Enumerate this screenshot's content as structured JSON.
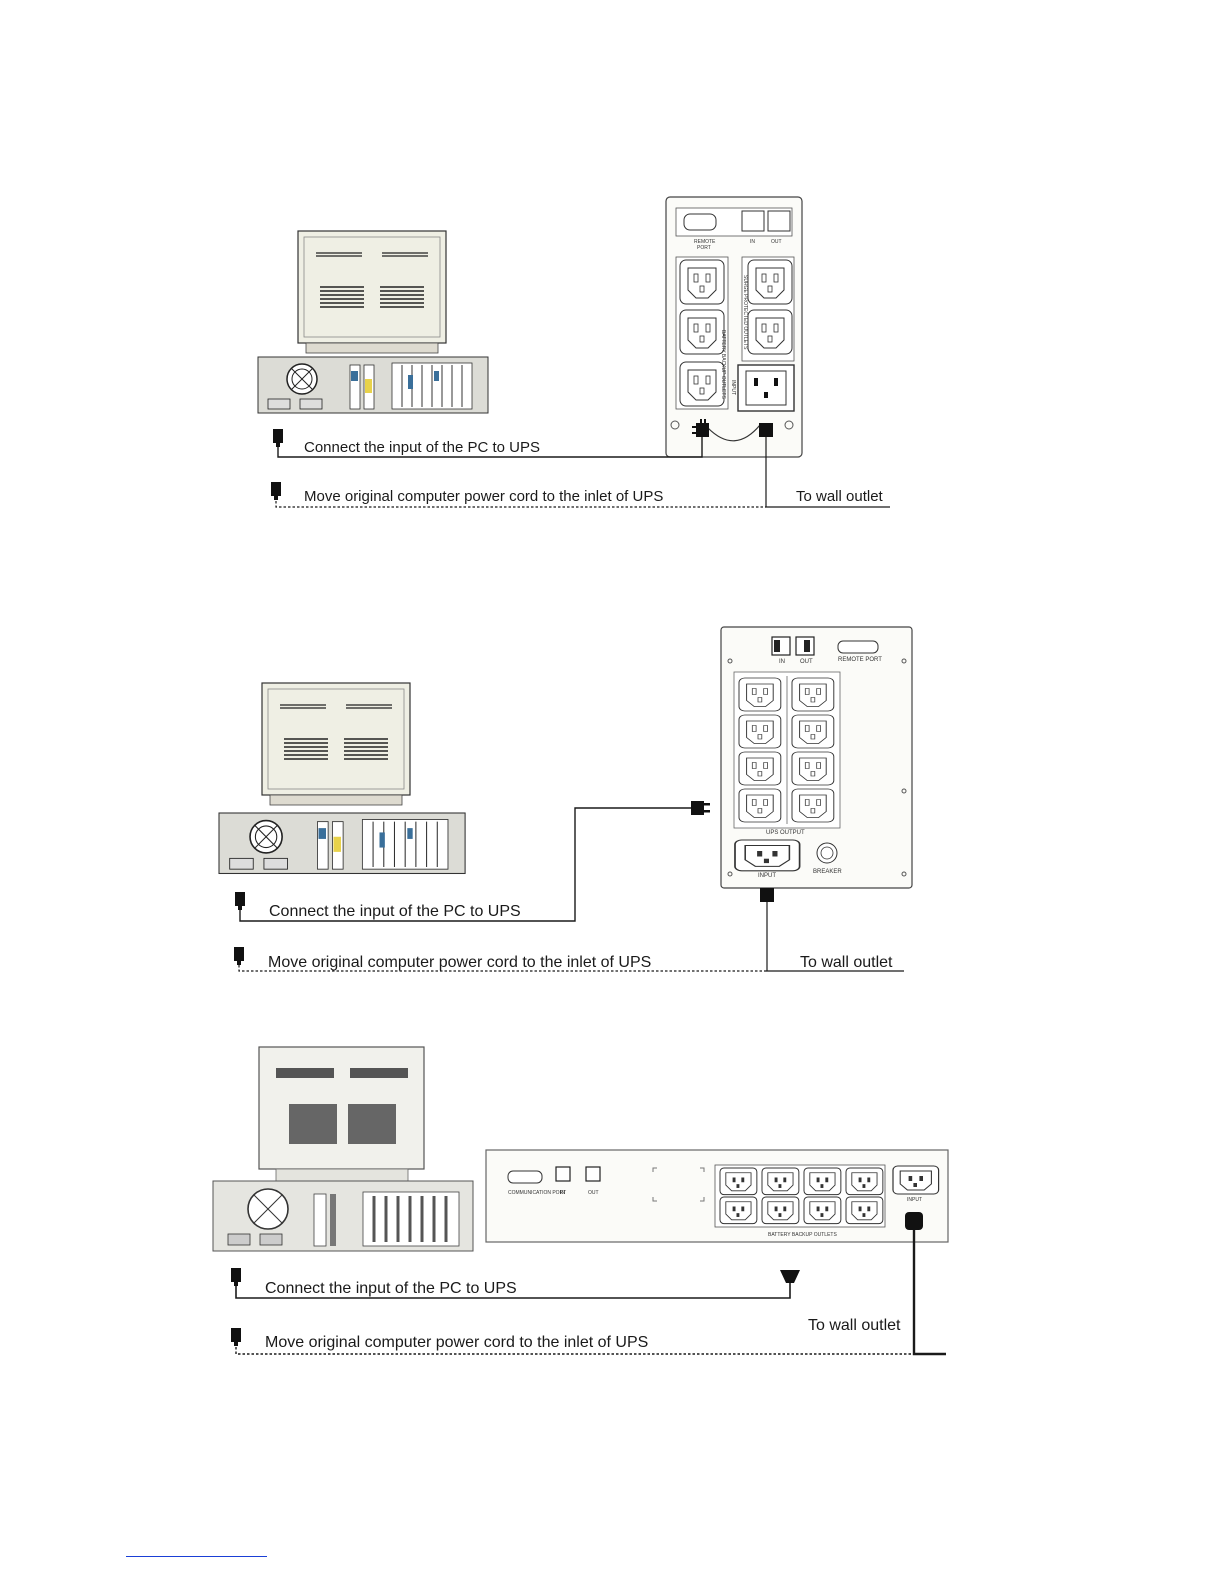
{
  "diagrams": [
    {
      "ups_port_labels": [
        "REMOTE",
        "PORT",
        "IN",
        "OUT"
      ],
      "ups_outlet_labels": [
        "BATTERY BACKUP OUTLETS",
        "SURGE PROTECTED OUTLETS",
        "INPUT"
      ],
      "label_connect": "Connect the input of the PC to UPS",
      "label_move": "Move original computer power cord to the inlet of UPS",
      "label_wall": "To wall outlet"
    },
    {
      "ups_port_labels": [
        "IN",
        "OUT",
        "REMOTE PORT"
      ],
      "ups_outlet_labels": [
        "UPS OUTPUT",
        "INPUT",
        "BREAKER"
      ],
      "label_connect": "Connect the input of the PC to UPS",
      "label_move": "Move original computer power cord to the inlet of UPS",
      "label_wall": "To wall outlet"
    },
    {
      "ups_port_labels": [
        "COMMUNICATION PORT",
        "IN",
        "OUT"
      ],
      "ups_outlet_labels": [
        "BATTERY BACKUP OUTLETS",
        "INPUT"
      ],
      "label_connect": "Connect the input of the PC to UPS",
      "label_move": "Move original computer power cord to the inlet of UPS",
      "label_wall": "To wall outlet"
    }
  ],
  "colors": {
    "line": "#1a1a1a",
    "device_fill": "#efefe9",
    "footer_rule": "#1a3fd6"
  }
}
